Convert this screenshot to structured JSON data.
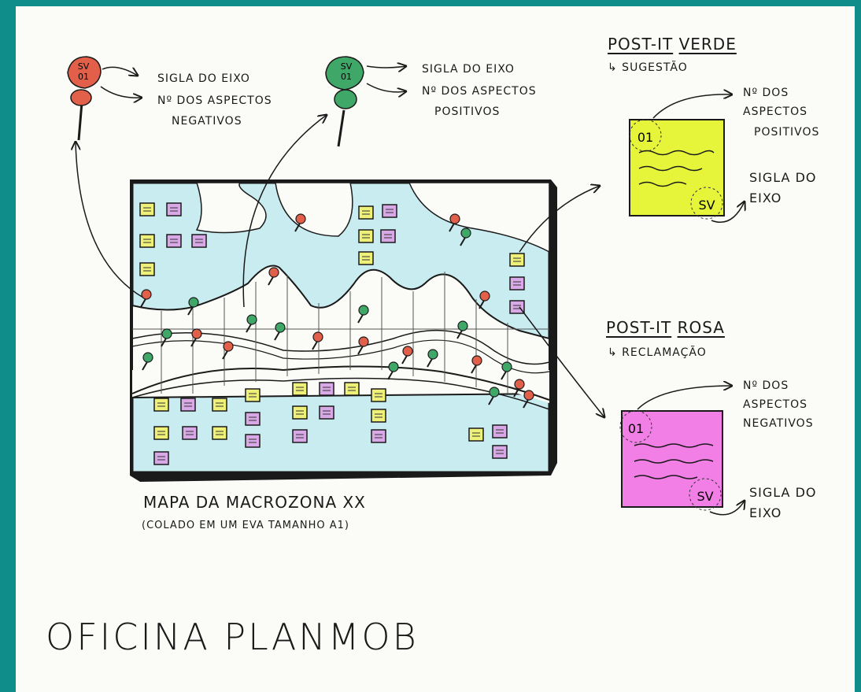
{
  "pins": {
    "red": {
      "label": "SV\n01",
      "line1": "SV",
      "line2": "01",
      "arrow1": "SIGLA DO EIXO",
      "arrow2a": "Nº DOS ASPECTOS",
      "arrow2b": "NEGATIVOS",
      "color": "#e2604a"
    },
    "green": {
      "label": "SV\n01",
      "line1": "SV",
      "line2": "01",
      "arrow1": "SIGLA DO EIXO",
      "arrow2a": "Nº DOS ASPECTOS",
      "arrow2b": "POSITIVOS",
      "color": "#3fa868"
    }
  },
  "map": {
    "caption": "MAPA DA MACROZONA XX",
    "subcaption": "(COLADO EM UM EVA TAMANHO A1)",
    "water_color": "#c9ecf1",
    "postit_yellow": "#eef078",
    "postit_purple": "#d9a8e6"
  },
  "postit_verde": {
    "title_a": "POST-IT",
    "title_b": "VERDE",
    "subtitle": "↳ SUGESTÃO",
    "number": "01",
    "eixo": "SV",
    "note_a": "Nº DOS",
    "note_b": "ASPECTOS",
    "note_c": "POSITIVOS",
    "sigla_a": "SIGLA DO",
    "sigla_b": "EIXO",
    "color": "#e6f53a"
  },
  "postit_rosa": {
    "title_a": "POST-IT",
    "title_b": "ROSA",
    "subtitle": "↳ RECLAMAÇÃO",
    "number": "01",
    "eixo": "SV",
    "note_a": "Nº DOS",
    "note_b": "ASPECTOS",
    "note_c": "NEGATIVOS",
    "sigla_a": "SIGLA DO",
    "sigla_b": "EIXO",
    "color": "#f27fe6"
  },
  "footer": {
    "title": "OFICINA PLANMOB"
  }
}
